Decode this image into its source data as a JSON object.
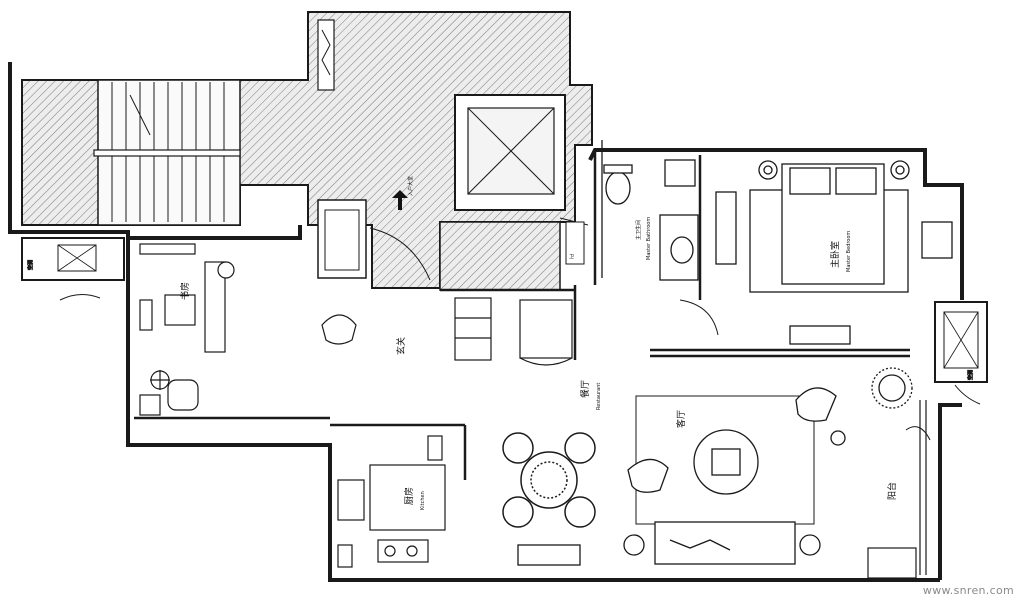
{
  "labels": {
    "entrance": "入户大堂",
    "hall": "玄关",
    "study": "书房",
    "dining": "餐厅",
    "dining_en": "Restaurant",
    "living": "客厅",
    "balcony": "阳台",
    "kitchen": "厨房",
    "kitchen_en": "Kitchen",
    "master_bath": "主卫生间",
    "master_bath_en": "Master Bathroom",
    "master_bedroom": "主卧室",
    "master_bedroom_en": "Master Bedroom",
    "ac_left": "空调",
    "ac_right": "空调",
    "wc": "卫"
  },
  "watermark": "www.snren.com",
  "colors": {
    "line": "#1a1a1a",
    "hatch": "#7a7a7a",
    "paper": "#ffffff"
  }
}
